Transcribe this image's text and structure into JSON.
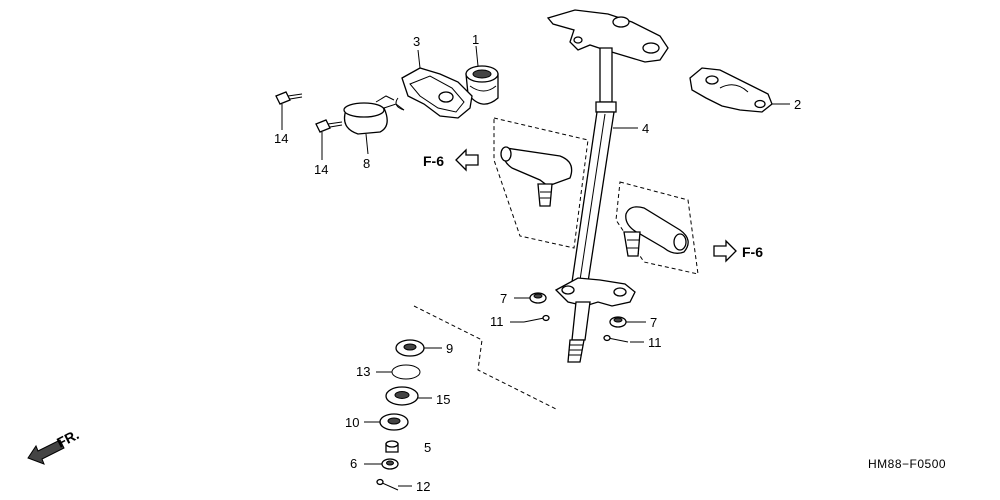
{
  "callouts": [
    {
      "id": "c1",
      "text": "1"
    },
    {
      "id": "c2",
      "text": "2"
    },
    {
      "id": "c3",
      "text": "3"
    },
    {
      "id": "c4",
      "text": "4"
    },
    {
      "id": "c5",
      "text": "5"
    },
    {
      "id": "c6",
      "text": "6"
    },
    {
      "id": "c7a",
      "text": "7"
    },
    {
      "id": "c7b",
      "text": "7"
    },
    {
      "id": "c8",
      "text": "8"
    },
    {
      "id": "c9",
      "text": "9"
    },
    {
      "id": "c10",
      "text": "10"
    },
    {
      "id": "c11a",
      "text": "11"
    },
    {
      "id": "c11b",
      "text": "11"
    },
    {
      "id": "c12",
      "text": "12"
    },
    {
      "id": "c13",
      "text": "13"
    },
    {
      "id": "c14a",
      "text": "14"
    },
    {
      "id": "c14b",
      "text": "14"
    },
    {
      "id": "c15",
      "text": "15"
    }
  ],
  "references": {
    "left": "F-6",
    "right": "F-6"
  },
  "direction": "FR.",
  "diagram_code": "HM88−F0500"
}
